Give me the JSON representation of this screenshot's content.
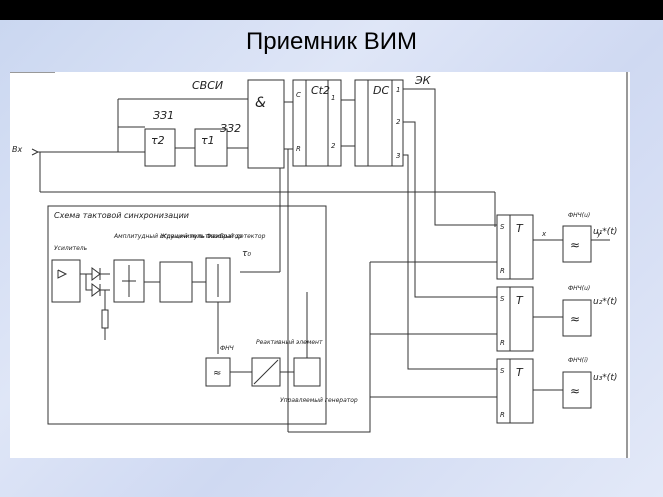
{
  "slide": {
    "title": "Приемник ВИМ"
  },
  "diagram": {
    "input_label": "Вх",
    "signals": {
      "svsi": "СВСИ",
      "z31": "ЗЗ1",
      "z32": "ЗЗ2",
      "ek": "ЭК",
      "tau_o": "τ₀"
    },
    "blocks": {
      "tau2": "τ2",
      "tau1": "τ1",
      "and_gate": "&",
      "ct2": "Сt2",
      "ct2_c": "С",
      "ct2_r": "R",
      "ct2_out1": "1",
      "ct2_out2": "2",
      "dc": "DC",
      "dc_out1": "1",
      "dc_out2": "2",
      "dc_out3": "3",
      "trigger_label": "T",
      "trigger_s": "S",
      "trigger_r": "R"
    },
    "sync": {
      "title": "Схема тактовой синхронизации",
      "amplifier": "Усилитель",
      "limiter": "Амплитудный ограничитель",
      "shaper": "Ждущий мультивибратор",
      "phase_det": "Фазовый детектор",
      "fnch": "ФНЧ",
      "reactive": "Реактивный элемент",
      "generator": "Управляемый генератор"
    },
    "filters": [
      "ФНЧ(u)",
      "ФНЧ(u)",
      "ФНЧ(i)"
    ],
    "out_x": "х",
    "out_y": "у",
    "outputs": [
      "u₁*(t)",
      "u₂*(t)",
      "u₃*(t)"
    ]
  }
}
